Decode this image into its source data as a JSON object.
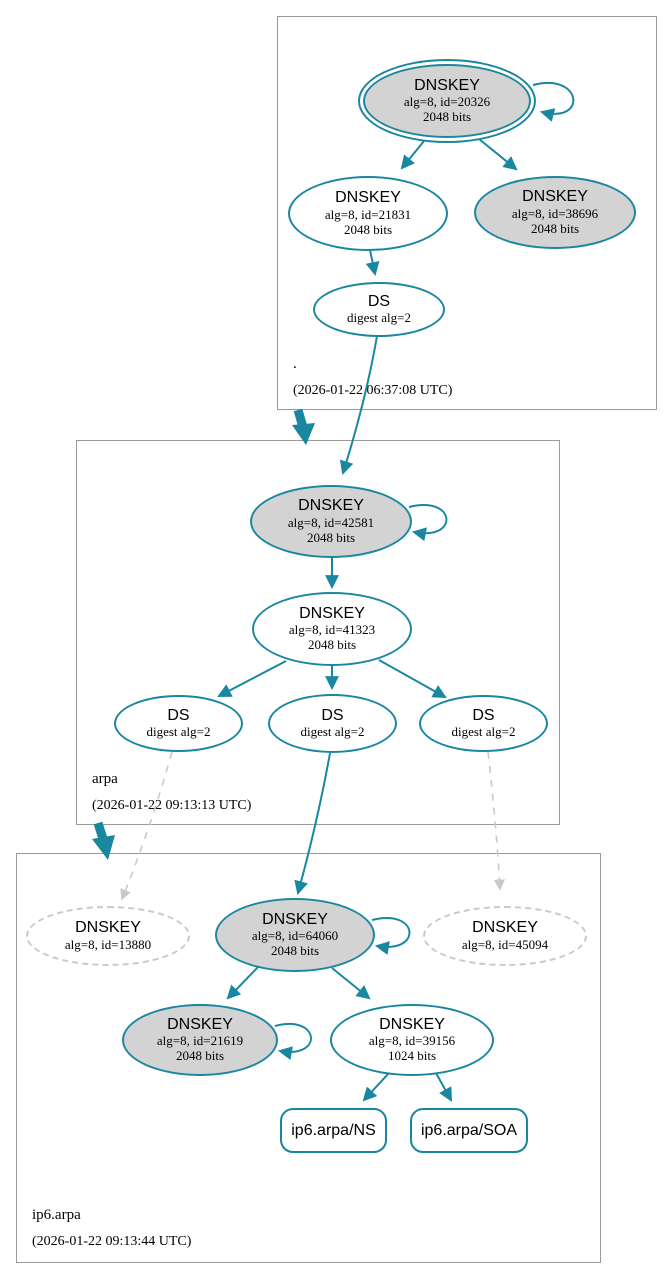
{
  "colors": {
    "accent_teal": "#1A87A0",
    "node_fill_gray": "#D3D3D3",
    "node_fill_white": "#FFFFFF",
    "dashed_gray": "#C9C9C9",
    "zone_box_border": "#9A9A9A"
  },
  "zones": {
    "root": {
      "label": ".",
      "timestamp": "(2026-01-22 06:37:08 UTC)",
      "nodes": {
        "ksk": {
          "title": "DNSKEY",
          "detail": "alg=8, id=20326",
          "bits": "2048 bits"
        },
        "zsk": {
          "title": "DNSKEY",
          "detail": "alg=8, id=21831",
          "bits": "2048 bits"
        },
        "key38696": {
          "title": "DNSKEY",
          "detail": "alg=8, id=38696",
          "bits": "2048 bits"
        },
        "ds": {
          "title": "DS",
          "detail": "digest alg=2"
        }
      }
    },
    "arpa": {
      "label": "arpa",
      "timestamp": "(2026-01-22 09:13:13 UTC)",
      "nodes": {
        "ksk": {
          "title": "DNSKEY",
          "detail": "alg=8, id=42581",
          "bits": "2048 bits"
        },
        "zsk": {
          "title": "DNSKEY",
          "detail": "alg=8, id=41323",
          "bits": "2048 bits"
        },
        "ds_left": {
          "title": "DS",
          "detail": "digest alg=2"
        },
        "ds_mid": {
          "title": "DS",
          "detail": "digest alg=2"
        },
        "ds_right": {
          "title": "DS",
          "detail": "digest alg=2"
        }
      }
    },
    "ip6arpa": {
      "label": "ip6.arpa",
      "timestamp": "(2026-01-22 09:13:44 UTC)",
      "nodes": {
        "key13880": {
          "title": "DNSKEY",
          "detail": "alg=8, id=13880"
        },
        "ksk": {
          "title": "DNSKEY",
          "detail": "alg=8, id=64060",
          "bits": "2048 bits"
        },
        "key45094": {
          "title": "DNSKEY",
          "detail": "alg=8, id=45094"
        },
        "key21619": {
          "title": "DNSKEY",
          "detail": "alg=8, id=21619",
          "bits": "2048 bits"
        },
        "zsk": {
          "title": "DNSKEY",
          "detail": "alg=8, id=39156",
          "bits": "1024 bits"
        },
        "ns": {
          "label": "ip6.arpa/NS"
        },
        "soa": {
          "label": "ip6.arpa/SOA"
        }
      }
    }
  }
}
